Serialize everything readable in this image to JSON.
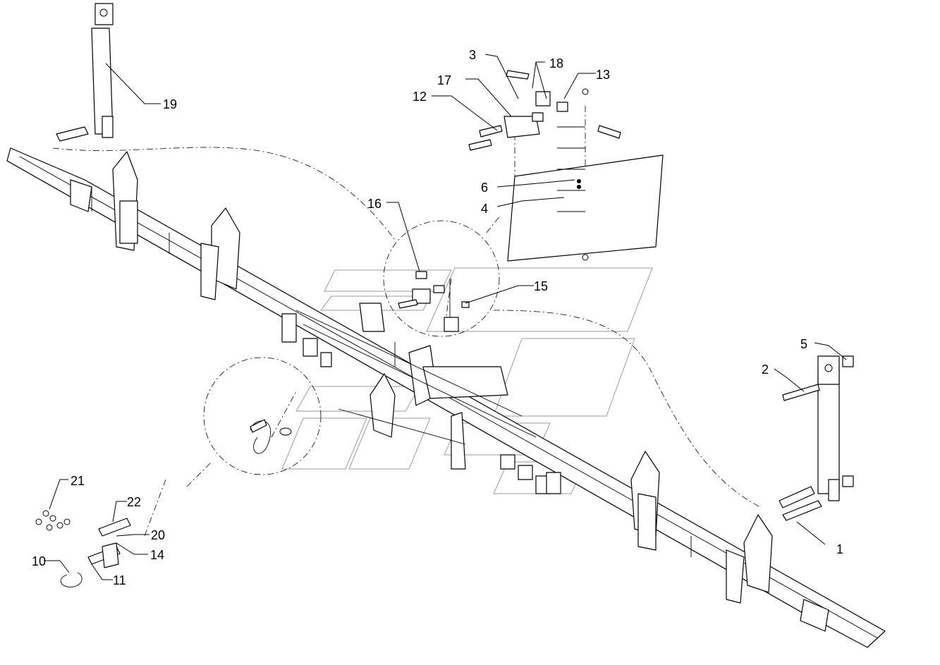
{
  "diagram": {
    "callouts": [
      {
        "id": "1",
        "text": "1"
      },
      {
        "id": "2",
        "text": "2"
      },
      {
        "id": "3",
        "text": "3"
      },
      {
        "id": "4",
        "text": "4"
      },
      {
        "id": "5",
        "text": "5"
      },
      {
        "id": "6",
        "text": "6"
      },
      {
        "id": "10",
        "text": "10"
      },
      {
        "id": "11",
        "text": "11"
      },
      {
        "id": "12",
        "text": "12"
      },
      {
        "id": "13",
        "text": "13"
      },
      {
        "id": "14",
        "text": "14"
      },
      {
        "id": "15",
        "text": "15"
      },
      {
        "id": "16",
        "text": "16"
      },
      {
        "id": "17",
        "text": "17"
      },
      {
        "id": "18",
        "text": "18"
      },
      {
        "id": "19",
        "text": "19"
      },
      {
        "id": "20",
        "text": "20"
      },
      {
        "id": "21",
        "text": "21"
      },
      {
        "id": "22",
        "text": "22"
      }
    ]
  }
}
